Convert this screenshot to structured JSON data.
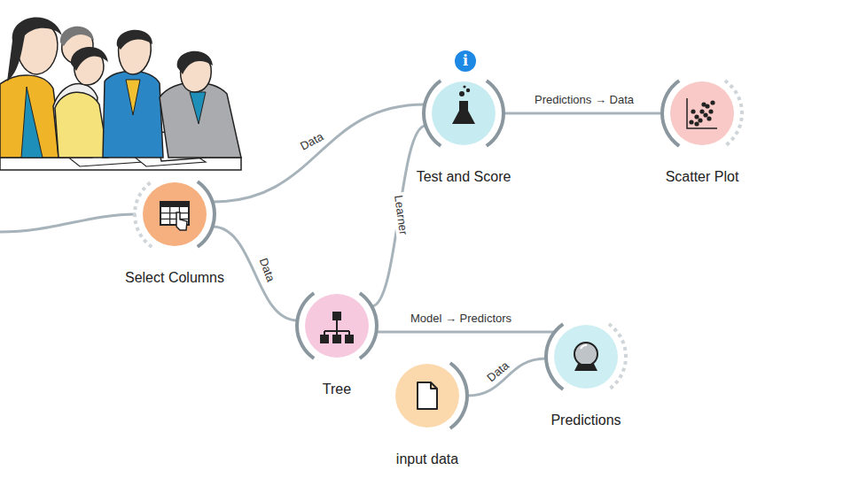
{
  "diagram": {
    "nodes": [
      {
        "text": [
          "Test and Score"
        ]
      },
      {
        "text": [
          "Scatter Plot"
        ]
      },
      {
        "text": [
          "Select Columns"
        ]
      },
      {
        "text": [
          "Tree"
        ]
      },
      {
        "text": [
          "Predictions"
        ]
      },
      {
        "text": [
          "input data"
        ]
      }
    ],
    "edges": [
      {
        "from": 2,
        "to": 0,
        "label": "Data",
        "arrow": "none"
      },
      {
        "from": 2,
        "to": 3,
        "label": "Data",
        "arrow": "none"
      },
      {
        "from": 3,
        "to": 0,
        "label": "Learner",
        "arrow": "none"
      },
      {
        "from": 0,
        "to": 1,
        "label": "Predictions → Data",
        "arrow": "none"
      },
      {
        "from": 3,
        "to": 4,
        "label": "Model → Predictors",
        "arrow": "none"
      },
      {
        "from": 5,
        "to": 4,
        "label": "Data",
        "arrow": "none"
      }
    ],
    "labels": [
      "i"
    ]
  }
}
